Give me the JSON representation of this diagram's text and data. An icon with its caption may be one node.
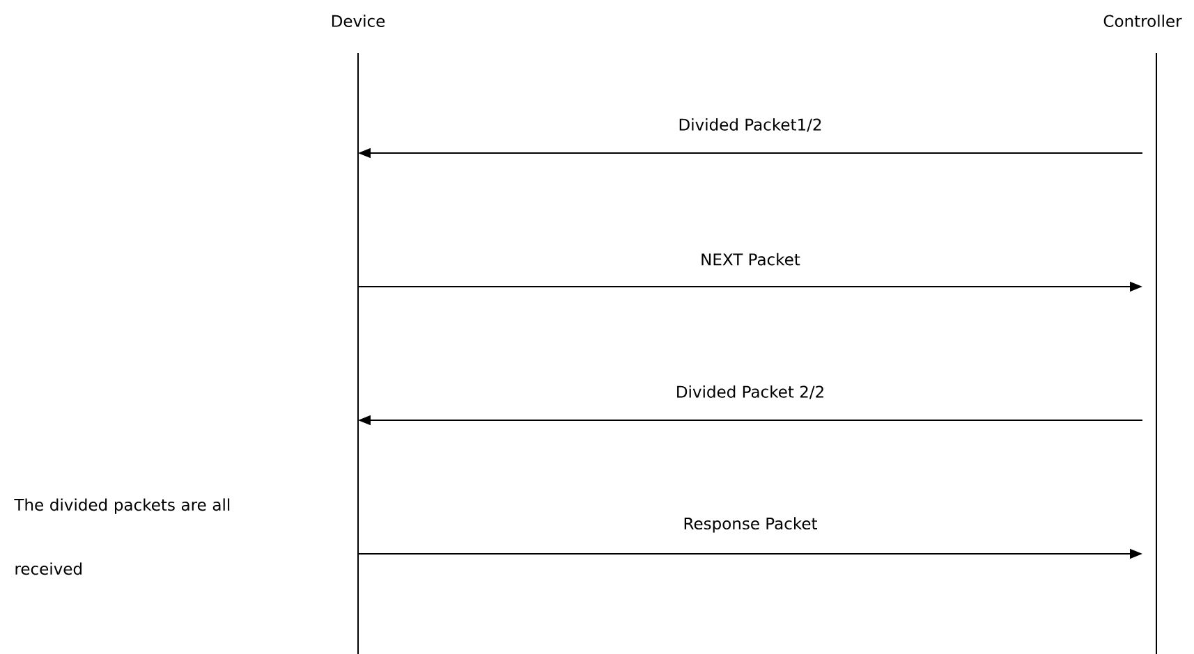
{
  "diagram": {
    "nodes": [
      {
        "text": [
          "Device"
        ]
      },
      {
        "text": [
          "Controller"
        ]
      }
    ],
    "edges": [
      {
        "from": 1,
        "to": 0,
        "arrow": "to",
        "label": "Divided Packet1/2"
      },
      {
        "from": 0,
        "to": 1,
        "arrow": "to",
        "label": "NEXT Packet"
      },
      {
        "from": 1,
        "to": 0,
        "arrow": "to",
        "label": "Divided Packet 2/2"
      },
      {
        "from": 0,
        "to": 1,
        "arrow": "to",
        "label": "Response Packet"
      }
    ],
    "labels": [
      "The divided packets are all received"
    ]
  }
}
